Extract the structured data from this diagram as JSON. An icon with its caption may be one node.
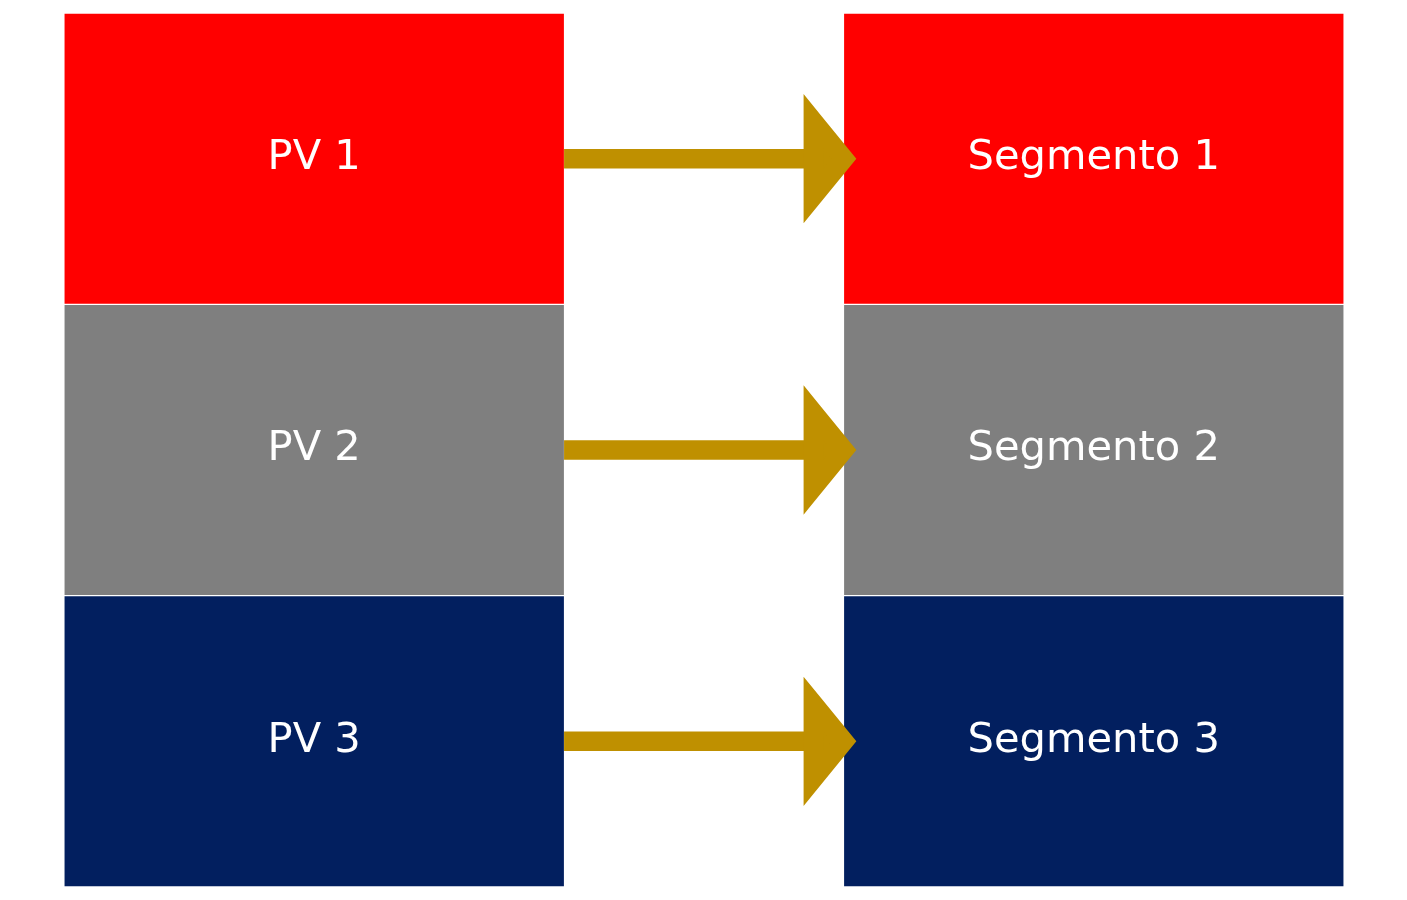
{
  "diagram": {
    "nodes": [
      {
        "text": [
          "PV 1"
        ]
      },
      {
        "text": [
          "PV 2"
        ]
      },
      {
        "text": [
          "PV 3"
        ]
      },
      {
        "text": [
          "Segmento 1"
        ]
      },
      {
        "text": [
          "Segmento 2"
        ]
      },
      {
        "text": [
          "Segmento 3"
        ]
      }
    ],
    "edges": [
      {
        "from": 0,
        "to": 3,
        "arrow": "to"
      },
      {
        "from": 1,
        "to": 4,
        "arrow": "to"
      },
      {
        "from": 2,
        "to": 5,
        "arrow": "to"
      }
    ]
  }
}
